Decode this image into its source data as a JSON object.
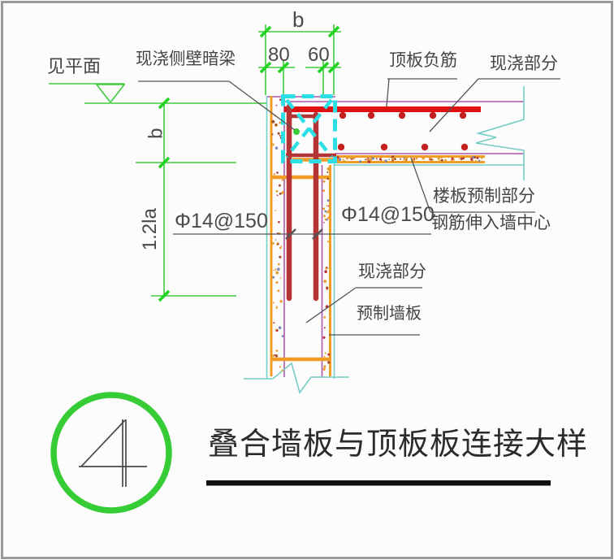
{
  "drawing": {
    "labels": {
      "see_plan": "见平面",
      "hidden_beam": "现浇侧壁暗梁",
      "top_negative_rebar": "顶板负筋",
      "cast_in_place_top": "现浇部分",
      "slab_precast_line1": "楼板预制部分",
      "slab_precast_line2": "钢筋伸入墙中心",
      "wall_dowel_left": "Φ14@150",
      "wall_dowel_right": "Φ14@150",
      "cast_in_place_wall": "现浇部分",
      "precast_wall_panel": "预制墙板"
    },
    "dimensions": {
      "wall_width_top": "b",
      "offset_left": "80",
      "offset_right": "60",
      "beam_depth": "b",
      "lap_length": "1.2la"
    },
    "title_block": {
      "detail_number": "4",
      "title": "叠合墙板与顶板板连接大样"
    },
    "colors": {
      "dimension_green": "#3ecb3e",
      "tick_green": "#21d421",
      "hidden_beam_cyan": "#2bdfe4",
      "panel_edge_teal": "#74ccc3",
      "precast_orange": "#ef9d26",
      "panel_magenta": "#ad58ad",
      "rebar_red": "#de1212",
      "dowel_dark_red": "#b43335",
      "detail_circle_green": "#35cc35",
      "text_gray": "#454545"
    }
  }
}
